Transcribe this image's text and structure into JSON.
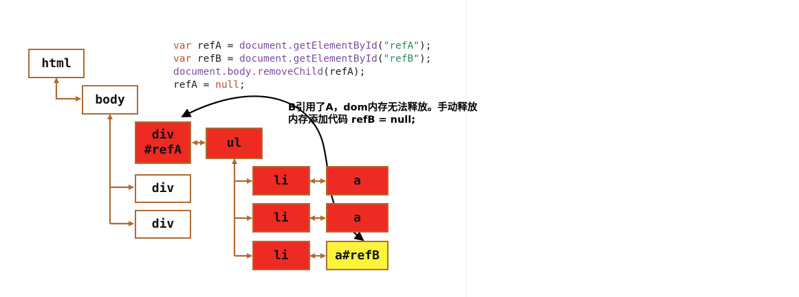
{
  "nodes": {
    "html": "html",
    "body": "body",
    "div_refA_line1": "div",
    "div_refA_line2": "#refA",
    "ul": "ul",
    "div_1": "div",
    "div_2": "div",
    "li_1": "li",
    "li_2": "li",
    "li_3": "li",
    "a_1": "a",
    "a_2": "a",
    "a_refB": "a#refB"
  },
  "code": {
    "line1": {
      "kw": "var",
      "a": " refA = ",
      "fn": "document.getElementById",
      "b": "(",
      "str": "\"refA\"",
      "c": ");"
    },
    "line2": {
      "kw": "var",
      "a": " refB = ",
      "fn": "document.getElementById",
      "b": "(",
      "str": "\"refB\"",
      "c": ");"
    },
    "line3": {
      "fn": "document.body.removeChild",
      "c": "(refA);"
    },
    "line4": {
      "a": "refA = ",
      "kw": "null",
      "c": ";"
    }
  },
  "annotation": {
    "line1": "B引用了A，dom内存无法释放。手动释放",
    "line2": "内存添加代码 refB = null;"
  },
  "colors": {
    "connector": "#b06a30",
    "removed_node": "#ee2b22",
    "referenced_node": "#fcf43a",
    "normal_node": "#ffffff",
    "code_keyword": "#b5502f",
    "code_function": "#7b4ea0",
    "code_string": "#2e8b57"
  }
}
